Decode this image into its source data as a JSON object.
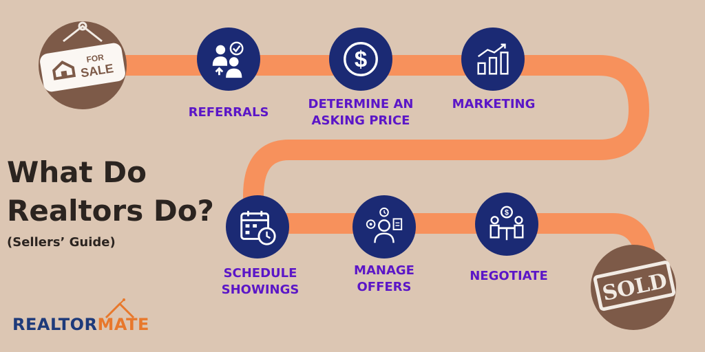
{
  "title": {
    "line1": "What Do",
    "line2": "Realtors Do?"
  },
  "subtitle": "(Sellers’ Guide)",
  "colors": {
    "path": "#f7915c",
    "node": "#1b2a74",
    "label": "#5b16c7",
    "badge": "#7d5a48"
  },
  "start_badge": {
    "sign_small": "FOR",
    "sign_big": "SALE",
    "icon": "house-icon"
  },
  "end_badge": {
    "stamp": "SOLD"
  },
  "steps": [
    {
      "label": "REFERRALS",
      "icon": "referrals-icon"
    },
    {
      "label": "DETERMINE AN\nASKING PRICE",
      "icon": "dollar-icon"
    },
    {
      "label": "MARKETING",
      "icon": "growth-chart-icon"
    },
    {
      "label": "SCHEDULE\nSHOWINGS",
      "icon": "calendar-clock-icon"
    },
    {
      "label": "MANAGE\nOFFERS",
      "icon": "manager-icon"
    },
    {
      "label": "NEGOTIATE",
      "icon": "negotiation-icon"
    }
  ],
  "brand": {
    "part1": "REALTOR",
    "part2": "MATE"
  }
}
